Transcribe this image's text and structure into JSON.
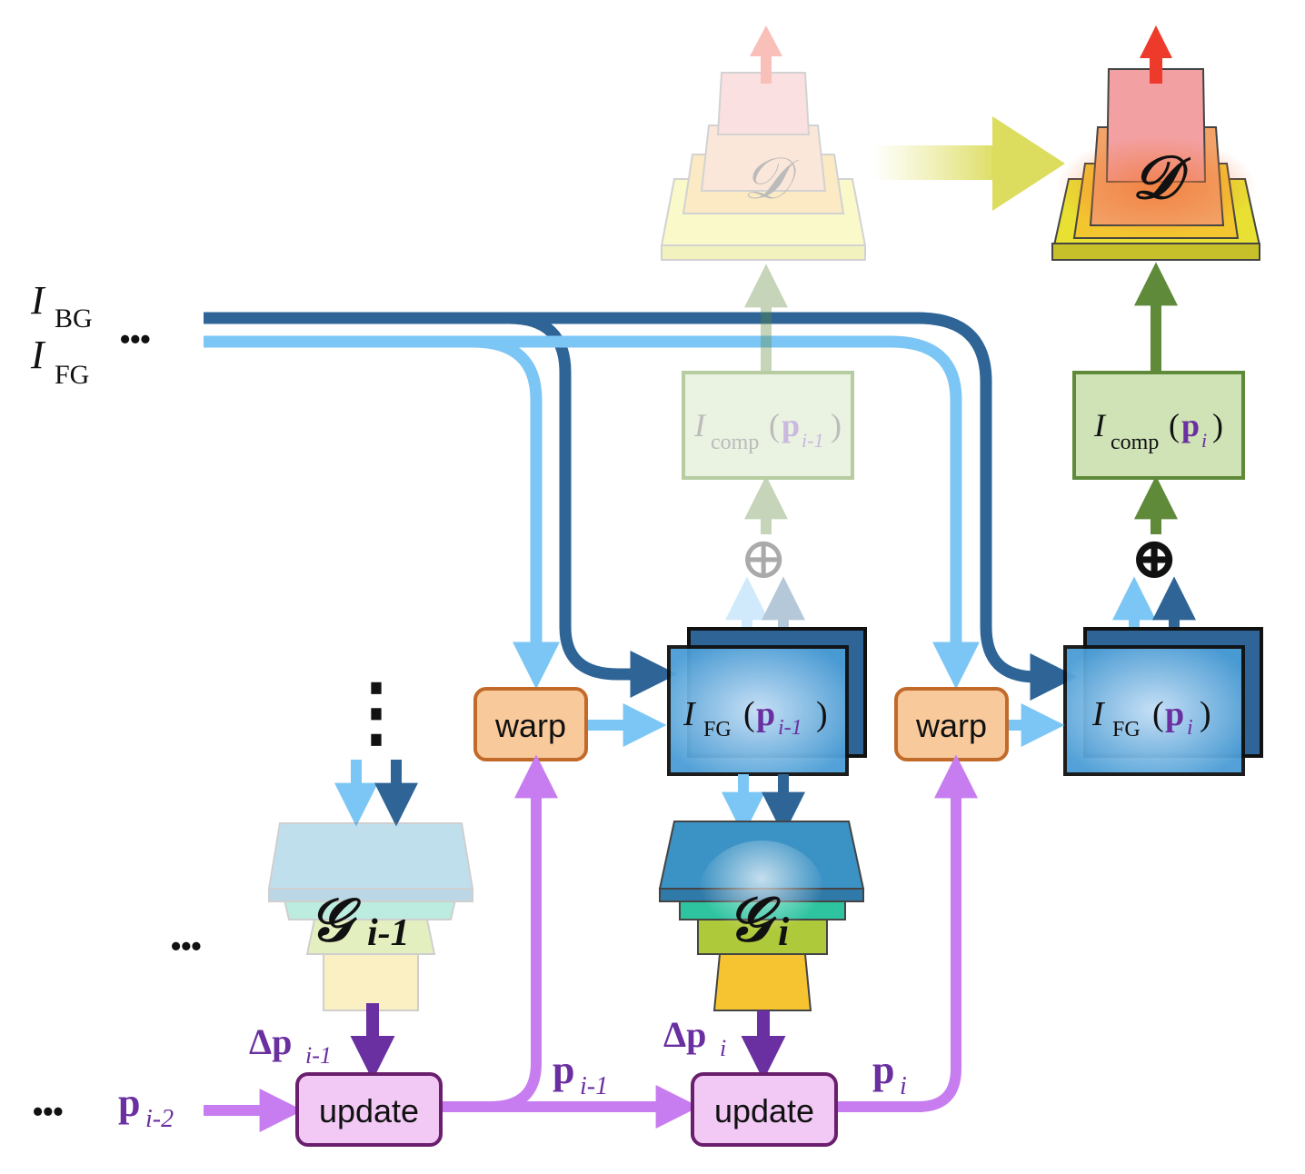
{
  "inputs": {
    "bg": {
      "main": "I",
      "sub": "BG"
    },
    "fg": {
      "main": "I",
      "sub": "FG"
    },
    "ellipsis": "•••"
  },
  "boxes": {
    "warp_label": "warp",
    "update_label": "update"
  },
  "composite": {
    "prev": {
      "main": "I",
      "sub": "comp",
      "arg": "p",
      "argsub": "i-1"
    },
    "curr": {
      "main": "I",
      "sub": "comp",
      "arg": "p",
      "argsub": "i"
    }
  },
  "foreground": {
    "prev": {
      "main": "I",
      "sub": "FG",
      "arg": "p",
      "argsub": "i-1"
    },
    "curr": {
      "main": "I",
      "sub": "FG",
      "arg": "p",
      "argsub": "i"
    }
  },
  "generators": {
    "prev": {
      "symbol": "𝒢",
      "sub": "i-1"
    },
    "curr": {
      "symbol": "𝒢",
      "sub": "i"
    }
  },
  "discriminators": {
    "prev": "𝒟",
    "curr": "𝒟"
  },
  "params": {
    "p_im2": {
      "main": "p",
      "sub": "i-2"
    },
    "p_im1": {
      "main": "p",
      "sub": "i-1"
    },
    "p_i": {
      "main": "p",
      "sub": "i"
    },
    "dp_im1": {
      "main": "Δp",
      "sub": "i-1"
    },
    "dp_i": {
      "main": "Δp",
      "sub": "i"
    }
  },
  "symbols": {
    "oplus": "⊕",
    "vdots": "⋮",
    "hdots": "•••"
  },
  "colors": {
    "light_blue": "#7cc6f5",
    "dark_blue": "#2f6496",
    "purple": "#c77df0",
    "dark_purple": "#6a2fa0",
    "green": "#5e8a3a",
    "warp_fill": "#f8c99a",
    "warp_stroke": "#c26a2a",
    "update_fill": "#f2c9f5",
    "update_stroke": "#6a1f6e",
    "comp_fill": "#cfe3b7",
    "yellow_arrow": "#dede6e",
    "red_arrow": "#ee3a2a"
  }
}
